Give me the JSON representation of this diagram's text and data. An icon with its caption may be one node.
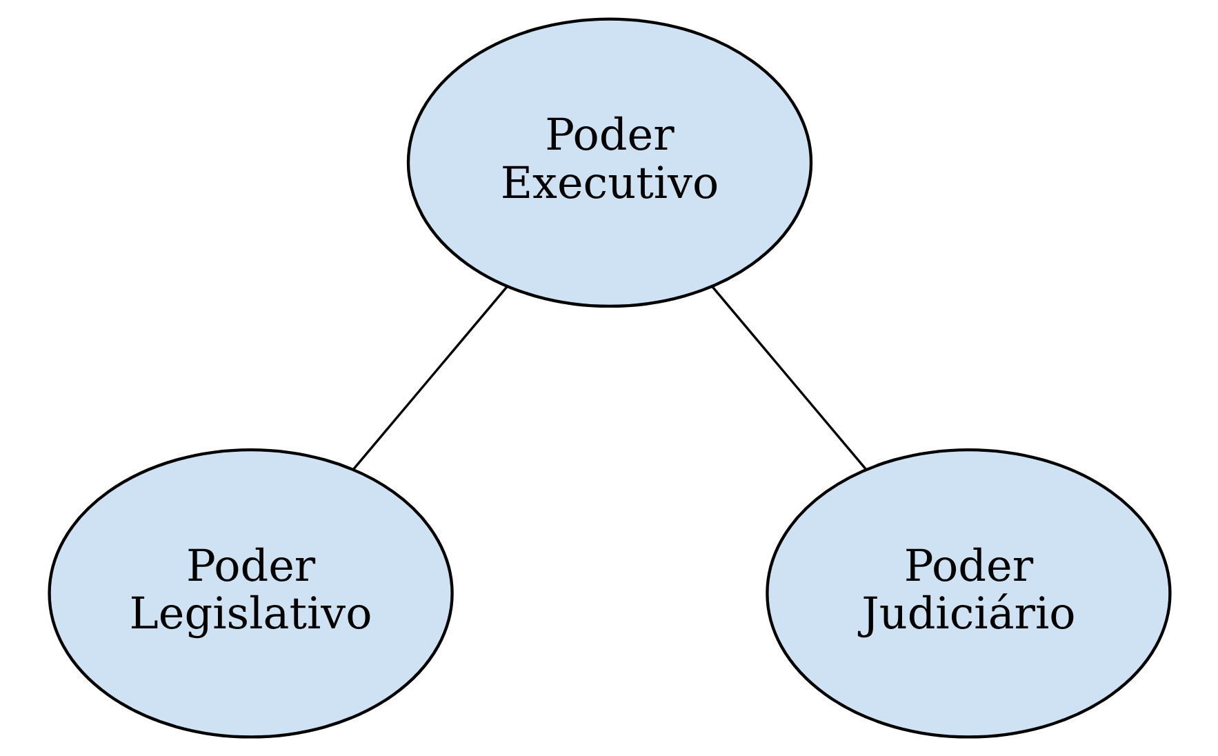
{
  "diagram": {
    "nodes": [
      {
        "text": [
          "Poder Executivo"
        ]
      },
      {
        "text": [
          "Poder Legislativo"
        ]
      },
      {
        "text": [
          "Poder Judiciário"
        ]
      }
    ],
    "edges": [
      {
        "from": 0,
        "to": 1,
        "arrow": "none"
      },
      {
        "from": 0,
        "to": 2,
        "arrow": "none"
      }
    ]
  }
}
